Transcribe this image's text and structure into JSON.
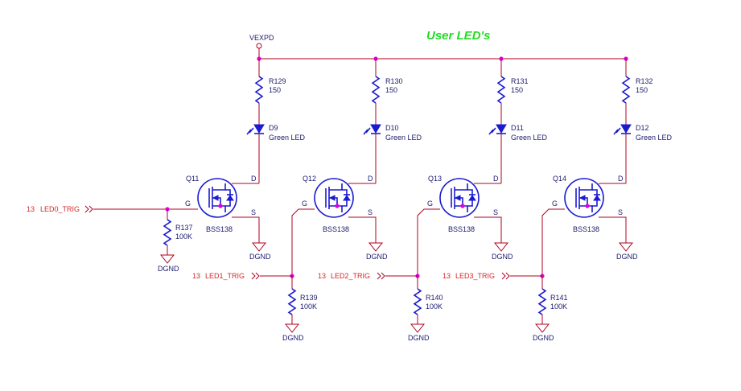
{
  "title": "User LED's",
  "supply": "VEXPD",
  "ground": "DGND",
  "pin_labels": {
    "gate": "G",
    "drain": "D",
    "source": "S"
  },
  "channels": [
    {
      "resistor": {
        "ref": "R129",
        "value": "150"
      },
      "led": {
        "ref": "D9",
        "value": "Green LED"
      },
      "fet": {
        "ref": "Q11",
        "part": "BSS138"
      },
      "pulldown": {
        "ref": "R137",
        "value": "100K"
      },
      "net": {
        "sheet": "13",
        "name": "LED0_TRIG"
      }
    },
    {
      "resistor": {
        "ref": "R130",
        "value": "150"
      },
      "led": {
        "ref": "D10",
        "value": "Green LED"
      },
      "fet": {
        "ref": "Q12",
        "part": "BSS138"
      },
      "pulldown": {
        "ref": "R139",
        "value": "100K"
      },
      "net": {
        "sheet": "13",
        "name": "LED1_TRIG"
      }
    },
    {
      "resistor": {
        "ref": "R131",
        "value": "150"
      },
      "led": {
        "ref": "D11",
        "value": "Green LED"
      },
      "fet": {
        "ref": "Q13",
        "part": "BSS138"
      },
      "pulldown": {
        "ref": "R140",
        "value": "100K"
      },
      "net": {
        "sheet": "13",
        "name": "LED2_TRIG"
      }
    },
    {
      "resistor": {
        "ref": "R132",
        "value": "150"
      },
      "led": {
        "ref": "D12",
        "value": "Green LED"
      },
      "fet": {
        "ref": "Q14",
        "part": "BSS138"
      },
      "pulldown": {
        "ref": "R141",
        "value": "100K"
      },
      "net": {
        "sheet": "13",
        "name": "LED3_TRIG"
      }
    }
  ],
  "colors": {
    "wire": "#b00020",
    "component": "#1a1ad0",
    "net_label": "#d42a2a",
    "title": "#22dd22",
    "junction": "#e000e0"
  }
}
